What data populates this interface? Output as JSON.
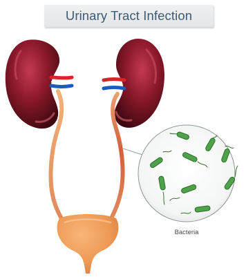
{
  "title": "Urinary Tract Infection",
  "bacteria_label": "Bacteria",
  "colors": {
    "kidney_dark": "#4a0a14",
    "kidney_mid": "#8e1a2c",
    "kidney_highlight": "#d2546a",
    "artery": "#d7262a",
    "vein": "#1f5bb8",
    "ureter": "#e8a070",
    "bladder": "#ee9a55",
    "bacteria": "#4ea34a",
    "title_text": "#3f5a73"
  },
  "icons": [
    "kidney-left",
    "kidney-right",
    "ureter-left",
    "ureter-right",
    "bladder",
    "magnifier-circle",
    "bacteria"
  ]
}
